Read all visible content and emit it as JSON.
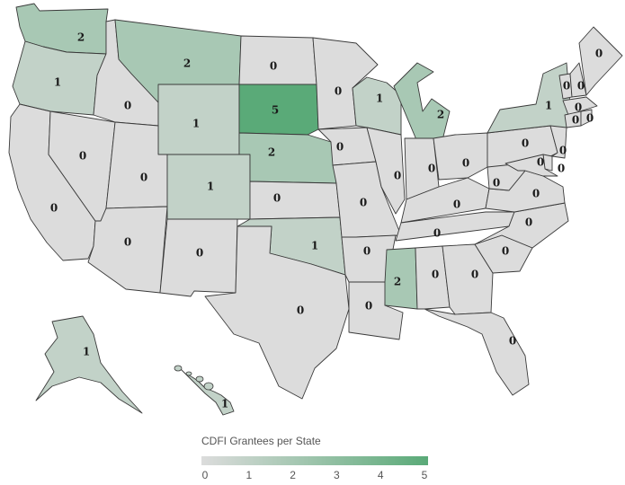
{
  "legend": {
    "title": "CDFI Grantees per State",
    "ticks": [
      "0",
      "1",
      "2",
      "3",
      "4",
      "5"
    ],
    "min": 0,
    "max": 5,
    "color_min": "#dcdcdc",
    "color_max": "#5aaa78"
  },
  "states": [
    {
      "id": "WA",
      "value": 2
    },
    {
      "id": "OR",
      "value": 1
    },
    {
      "id": "CA",
      "value": 0
    },
    {
      "id": "NV",
      "value": 0
    },
    {
      "id": "ID",
      "value": 0
    },
    {
      "id": "MT",
      "value": 2
    },
    {
      "id": "WY",
      "value": 1
    },
    {
      "id": "UT",
      "value": 0
    },
    {
      "id": "AZ",
      "value": 0
    },
    {
      "id": "CO",
      "value": 1
    },
    {
      "id": "NM",
      "value": 0
    },
    {
      "id": "ND",
      "value": 0
    },
    {
      "id": "SD",
      "value": 5
    },
    {
      "id": "NE",
      "value": 2
    },
    {
      "id": "KS",
      "value": 0
    },
    {
      "id": "OK",
      "value": 1
    },
    {
      "id": "TX",
      "value": 0
    },
    {
      "id": "MN",
      "value": 0
    },
    {
      "id": "IA",
      "value": 0
    },
    {
      "id": "MO",
      "value": 0
    },
    {
      "id": "AR",
      "value": 0
    },
    {
      "id": "LA",
      "value": 0
    },
    {
      "id": "WI",
      "value": 1
    },
    {
      "id": "IL",
      "value": 0
    },
    {
      "id": "MI",
      "value": 2
    },
    {
      "id": "IN",
      "value": 0
    },
    {
      "id": "OH",
      "value": 0
    },
    {
      "id": "KY",
      "value": 0
    },
    {
      "id": "TN",
      "value": 0
    },
    {
      "id": "MS",
      "value": 2
    },
    {
      "id": "AL",
      "value": 0
    },
    {
      "id": "GA",
      "value": 0
    },
    {
      "id": "FL",
      "value": 0
    },
    {
      "id": "SC",
      "value": 0
    },
    {
      "id": "NC",
      "value": 0
    },
    {
      "id": "VA",
      "value": 0
    },
    {
      "id": "WV",
      "value": 0
    },
    {
      "id": "PA",
      "value": 0
    },
    {
      "id": "NY",
      "value": 1
    },
    {
      "id": "VT",
      "value": 0
    },
    {
      "id": "NH",
      "value": 0
    },
    {
      "id": "ME",
      "value": 0
    },
    {
      "id": "MA",
      "value": 0
    },
    {
      "id": "CT",
      "value": 0
    },
    {
      "id": "RI",
      "value": 0
    },
    {
      "id": "NJ",
      "value": 0
    },
    {
      "id": "DE",
      "value": 0
    },
    {
      "id": "MD",
      "value": 0
    },
    {
      "id": "AK",
      "value": 1
    },
    {
      "id": "HI",
      "value": 1
    }
  ]
}
